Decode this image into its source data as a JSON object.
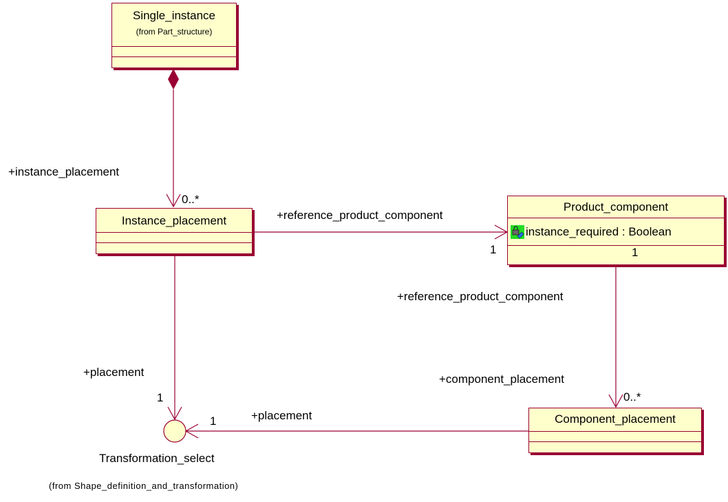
{
  "classes": {
    "single_instance": {
      "name": "Single_instance",
      "from": "(from Part_structure)"
    },
    "instance_placement": {
      "name": "Instance_placement"
    },
    "product_component": {
      "name": "Product_component",
      "attribute": {
        "text": "instance_required : Boolean",
        "icon": "protected-attribute-icon"
      }
    },
    "component_placement": {
      "name": "Component_placement"
    }
  },
  "interface": {
    "name": "Transformation_select",
    "from": "(from Shape_definition_and_transformation)"
  },
  "associations": {
    "single_to_instance": {
      "role": "+instance_placement",
      "multiplicity": "0..*"
    },
    "instance_to_product": {
      "role": "+reference_product_component",
      "multiplicity": "1"
    },
    "product_to_component": {
      "source_role": "+reference_product_component",
      "source_multiplicity": "1",
      "target_role": "+component_placement",
      "target_multiplicity": "0..*"
    },
    "instance_to_transformation": {
      "role": "+placement",
      "multiplicity": "1"
    },
    "component_to_transformation": {
      "role": "+placement",
      "multiplicity": "1"
    }
  },
  "colors": {
    "line": "#990033",
    "class_fill": "#ffffcc",
    "icon_green": "#22dd22"
  }
}
